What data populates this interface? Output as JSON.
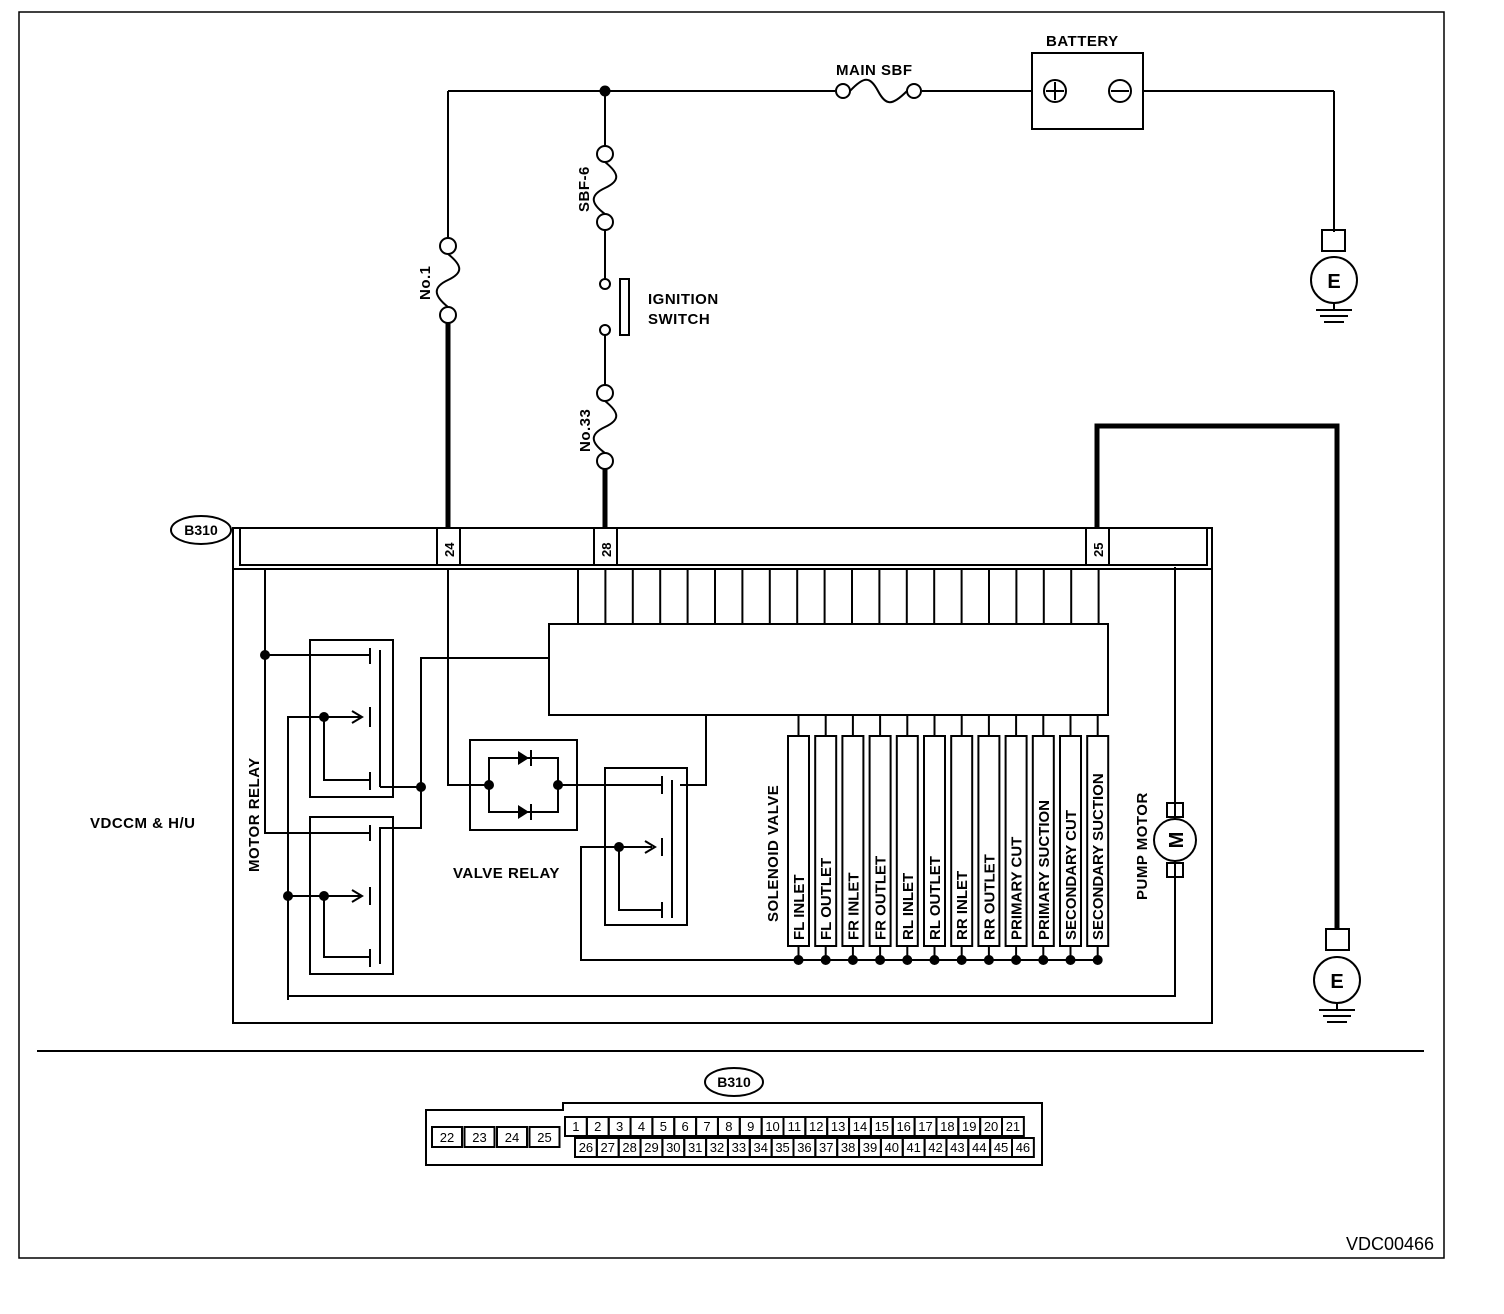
{
  "labels": {
    "battery": "BATTERY",
    "main_sbf": "MAIN SBF",
    "sbf6": "SBF-6",
    "fuse_no1": "No.1",
    "fuse_no33": "No.33",
    "ignition_line1": "IGNITION",
    "ignition_line2": "SWITCH",
    "connector": "B310",
    "connector_face": "B310",
    "module": "VDCCM & H/U",
    "motor_relay": "MOTOR RELAY",
    "valve_relay": "VALVE RELAY",
    "solenoid_valve": "SOLENOID VALVE",
    "pump_motor": "PUMP MOTOR",
    "motor_symbol": "M",
    "ground_1": "E",
    "ground_2": "E",
    "battery_plus": "+",
    "battery_minus": "−",
    "diagram_id": "VDC00466"
  },
  "pins": {
    "p24": "24",
    "p28": "28",
    "p25": "25"
  },
  "solenoids": [
    "FL INLET",
    "FL OUTLET",
    "FR INLET",
    "FR OUTLET",
    "RL INLET",
    "RL OUTLET",
    "RR INLET",
    "RR OUTLET",
    "PRIMARY CUT",
    "PRIMARY SUCTION",
    "SECONDARY CUT",
    "SECONDARY SUCTION"
  ],
  "connector_layout": {
    "left_pins": [
      "22",
      "23",
      "24",
      "25"
    ],
    "top_row": [
      "1",
      "2",
      "3",
      "4",
      "5",
      "6",
      "7",
      "8",
      "9",
      "10",
      "11",
      "12",
      "13",
      "14",
      "15",
      "16",
      "17",
      "18",
      "19",
      "20",
      "21"
    ],
    "bottom_row": [
      "26",
      "27",
      "28",
      "29",
      "30",
      "31",
      "32",
      "33",
      "34",
      "35",
      "36",
      "37",
      "38",
      "39",
      "40",
      "41",
      "42",
      "43",
      "44",
      "45",
      "46"
    ]
  }
}
